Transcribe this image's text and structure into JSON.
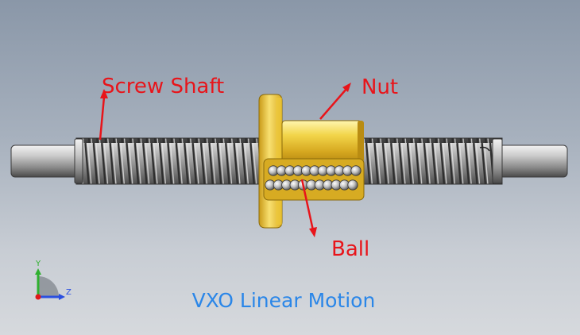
{
  "diagram": {
    "labels": {
      "screw_shaft": "Screw Shaft",
      "nut": "Nut",
      "ball": "Ball"
    },
    "caption": "VXO Linear Motion"
  },
  "triad": {
    "y": "Y",
    "z": "Z"
  },
  "colors": {
    "label": "#e8141a",
    "caption": "#2a86e8",
    "brass": "#e8c53c",
    "steel": "#c9c9c9"
  }
}
